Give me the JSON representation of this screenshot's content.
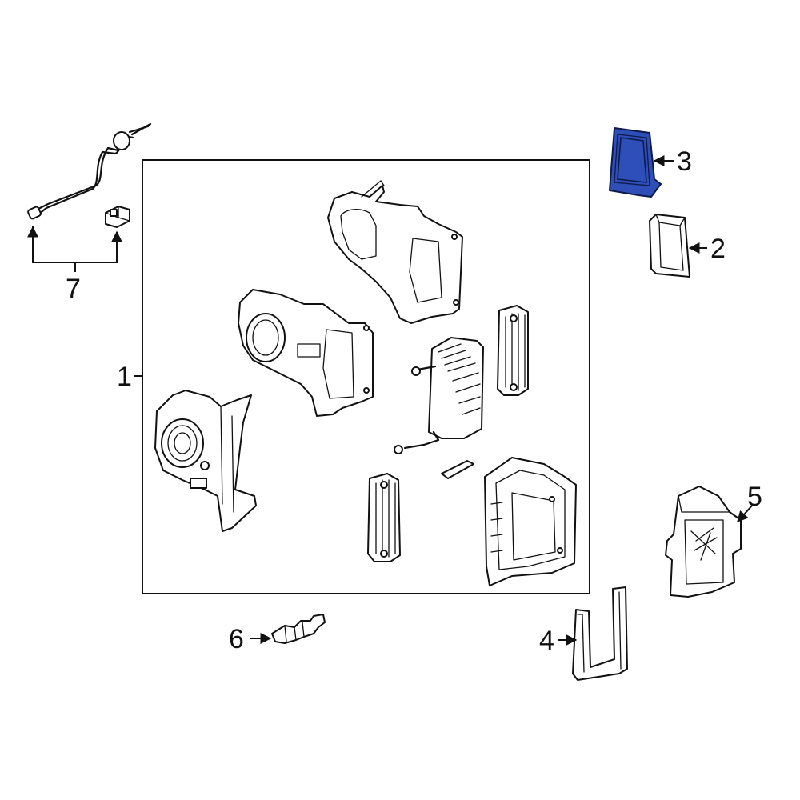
{
  "diagram": {
    "callouts": {
      "c1": "1",
      "c2": "2",
      "c3": "3",
      "c4": "4",
      "c5": "5",
      "c6": "6",
      "c7": "7"
    },
    "highlighted_part": "3",
    "highlight_color": "#2e4fb8",
    "line_color": "#111111",
    "background_color": "#ffffff"
  }
}
